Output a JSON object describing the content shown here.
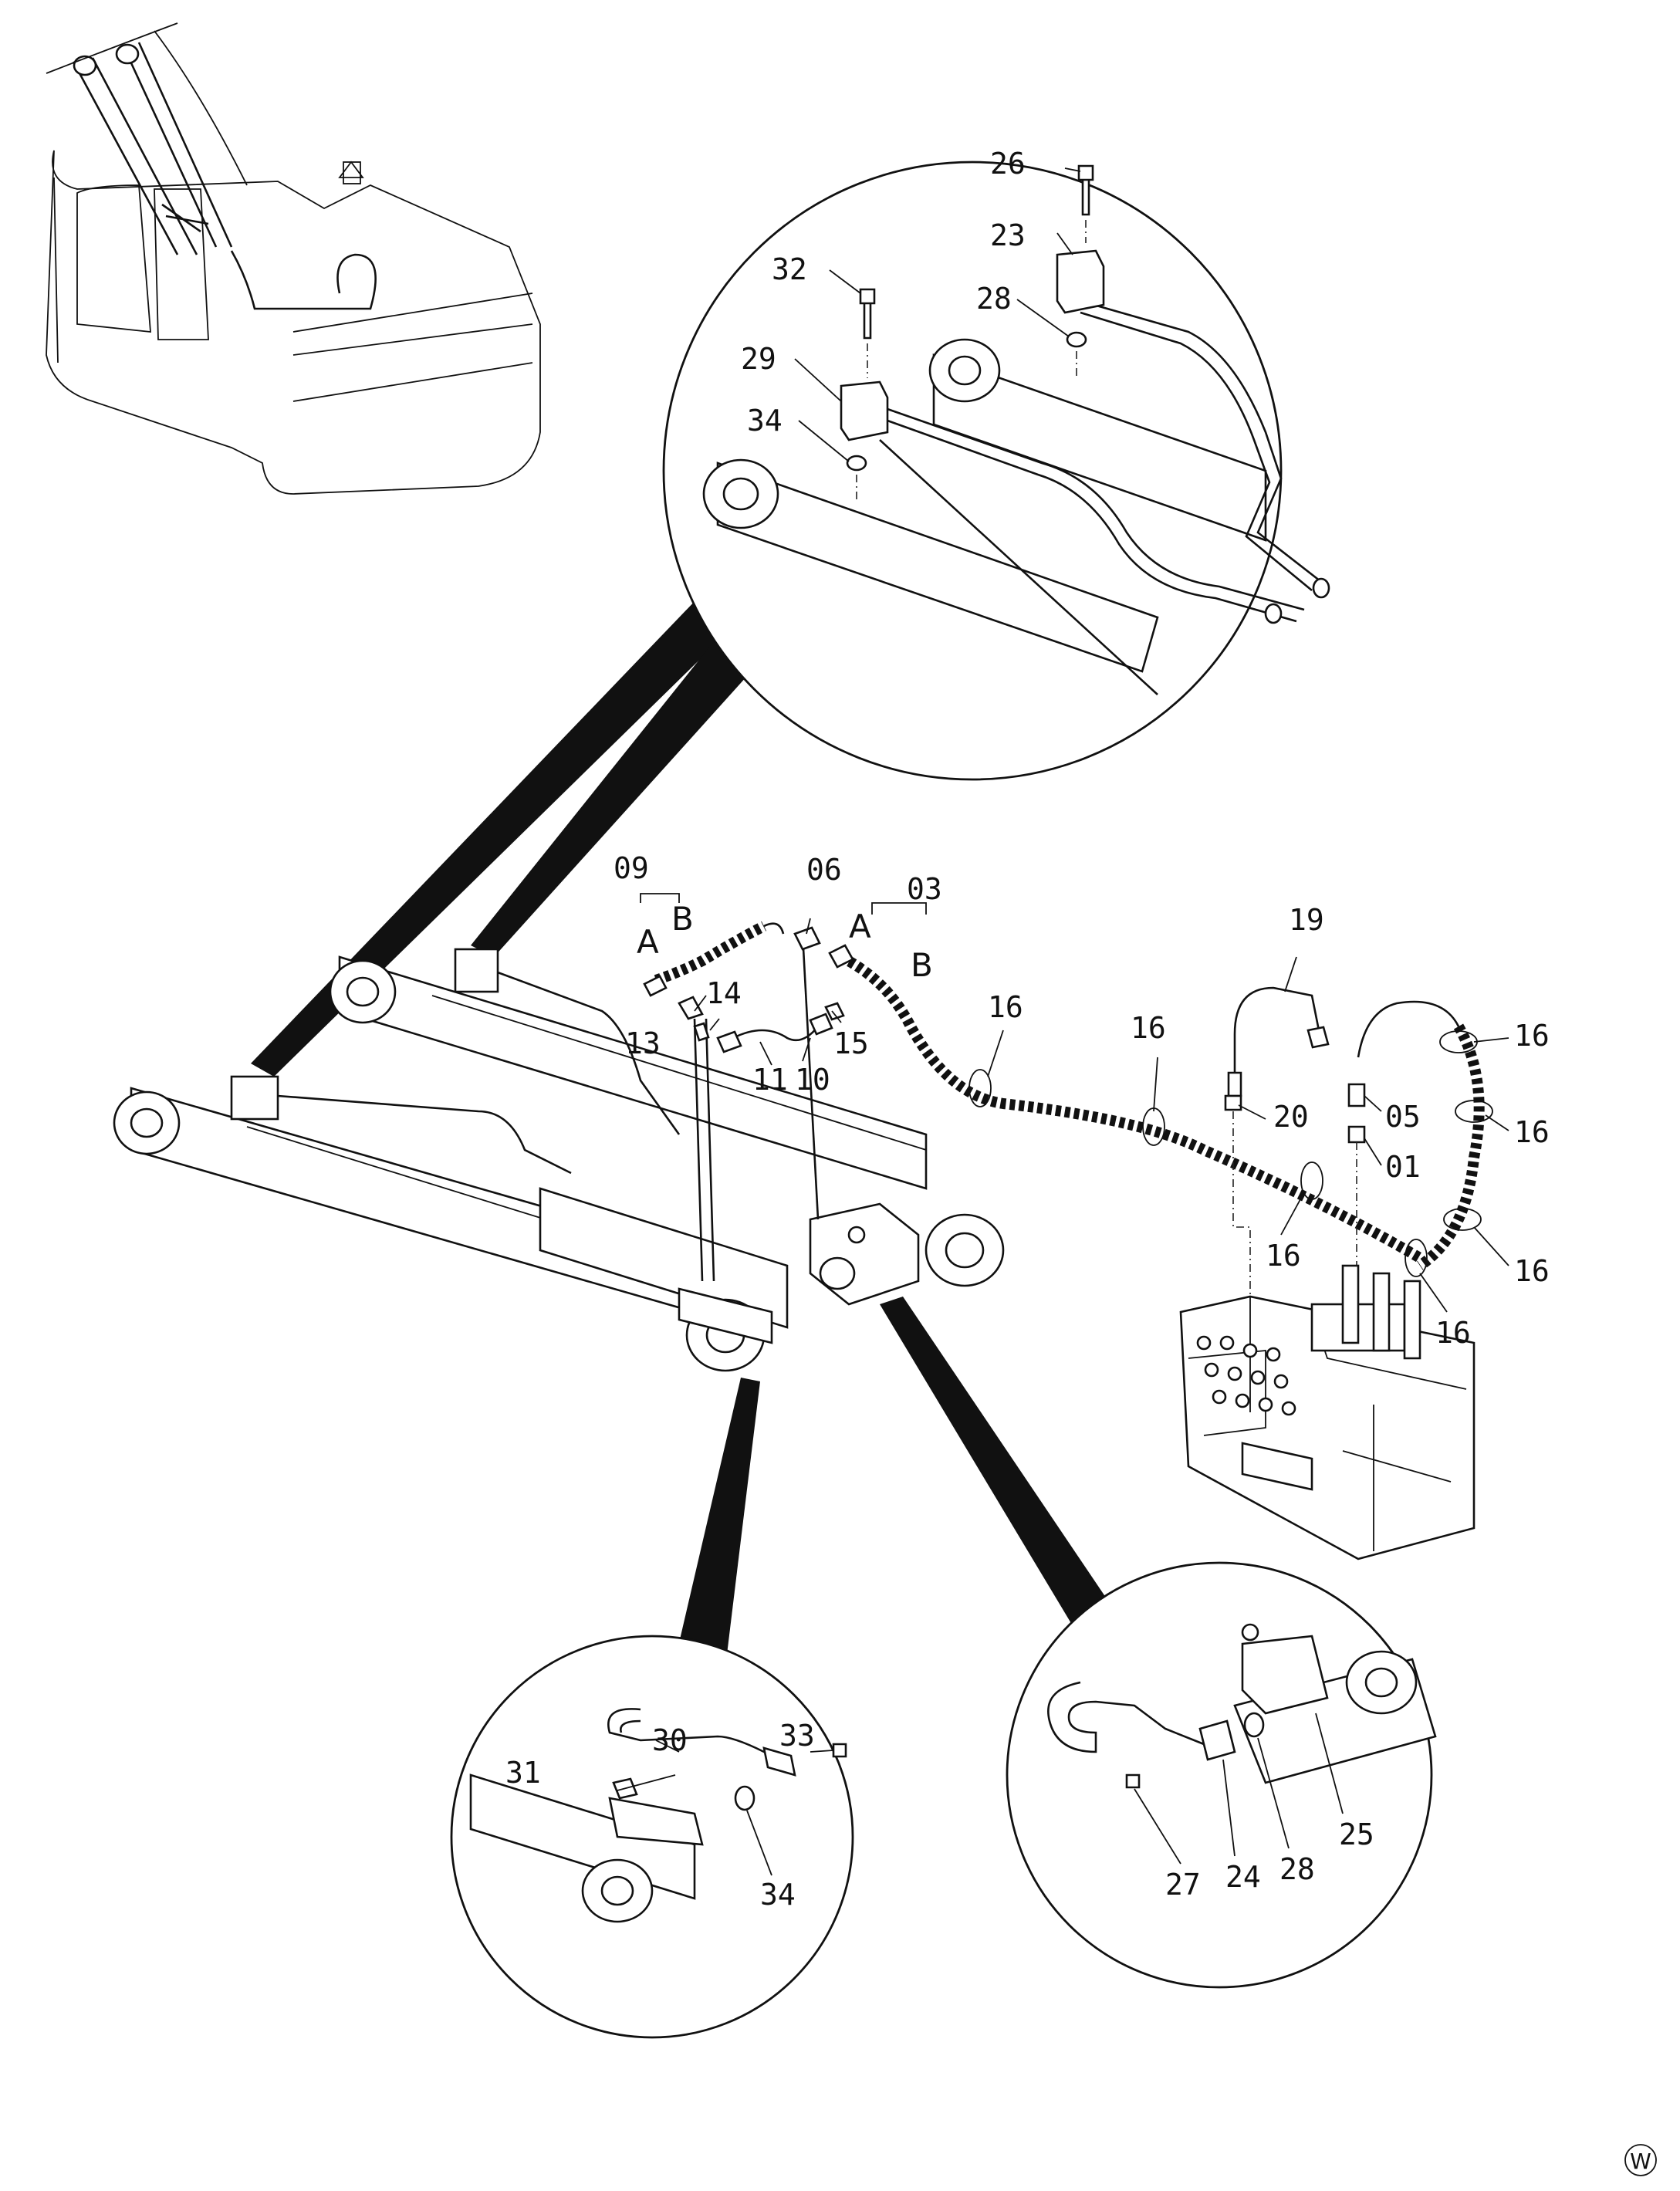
{
  "labels": {
    "p01": "01",
    "p03": "03",
    "p05": "05",
    "p06": "06",
    "p09": "09",
    "p10": "10",
    "p11": "11",
    "p13": "13",
    "p14": "14",
    "p15": "15",
    "p16": "16",
    "p19": "19",
    "p20": "20",
    "p23": "23",
    "p24": "24",
    "p25": "25",
    "p26": "26",
    "p27": "27",
    "p28": "28",
    "p29": "29",
    "p30": "30",
    "p31": "31",
    "p32": "32",
    "p33": "33",
    "p34": "34"
  },
  "hose_ends": {
    "a": "A",
    "b": "B"
  },
  "corner_mark": "W"
}
